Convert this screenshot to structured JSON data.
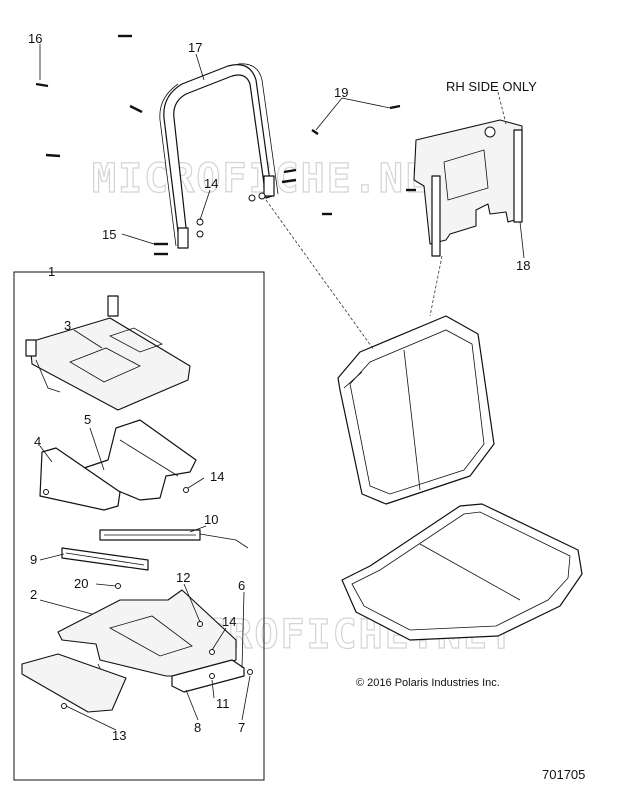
{
  "callouts": {
    "c1": "1",
    "c2": "2",
    "c3": "3",
    "c4": "4",
    "c5": "5",
    "c6": "6",
    "c7": "7",
    "c8": "8",
    "c9": "9",
    "c10": "10",
    "c11": "11",
    "c12": "12",
    "c13": "13",
    "c14a": "14",
    "c14b": "14",
    "c14c": "14",
    "c15": "15",
    "c16": "16",
    "c17": "17",
    "c18": "18",
    "c19": "19",
    "c20": "20"
  },
  "note_rh": "RH SIDE ONLY",
  "copyright": "© 2016 Polaris Industries Inc.",
  "diagram_number": "701705",
  "watermark": {
    "line1": "MICROFICHE.NET",
    "line2": "MICROFICHE.NET"
  }
}
